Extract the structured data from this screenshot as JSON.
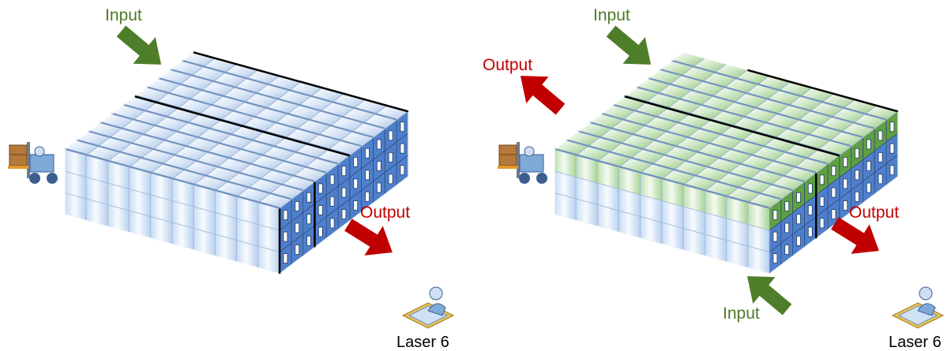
{
  "colors": {
    "input_arrow": "#4f7e2a",
    "output_arrow": "#c00000",
    "bin_top_plain": "#e4eef9",
    "bin_top_green": "#d7ecd0",
    "bin_front_plain": "#eaf2fc",
    "bin_front_green": "#d9eed2",
    "bin_side_blue": "#4f7fcc",
    "bin_side_green": "#5fa040"
  },
  "icons": [
    "forklift-icon",
    "laser-workstation-icon",
    "input-arrow-icon",
    "output-arrow-icon"
  ],
  "left_panel": {
    "input_label": "Input",
    "output_label": "Output",
    "station_label": "Laser 6"
  },
  "right_panel": {
    "input_top_label": "Input",
    "output_left_label": "Output",
    "output_right_label": "Output",
    "input_bottom_label": "Input",
    "station_label": "Laser 6"
  }
}
